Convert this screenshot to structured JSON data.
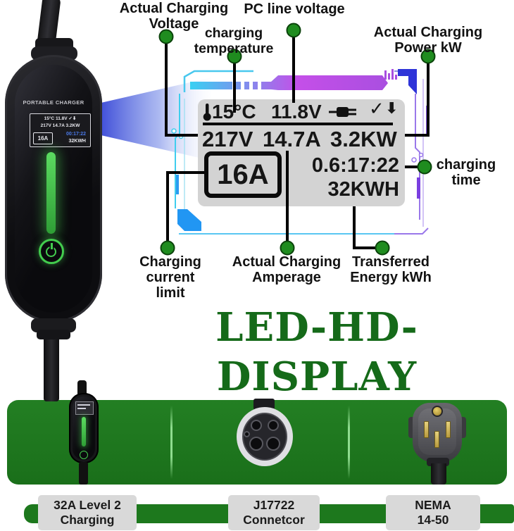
{
  "headline": "LED-HD-DISPLAY",
  "device": {
    "brand": "PORTABLE CHARGER",
    "screen": {
      "row1": "15°C 11.8V ✓⬇",
      "row2": "217V 14.7A 3.2KW",
      "limit": "16A",
      "time": "00:17:22",
      "energy": "32KWH"
    }
  },
  "display": {
    "temperature": "15°C",
    "pc_voltage": "11.8V",
    "check": "✓",
    "arrow": "⬇",
    "voltage": "217V",
    "amperage": "14.7A",
    "power": "3.2KW",
    "current_limit": "16A",
    "time": "0.6:17:22",
    "energy": "32KWH"
  },
  "callouts": {
    "voltage": "Actual Charging\nVoltage",
    "temperature": "charging\ntemperature",
    "pc_line_voltage": "PC line voltage",
    "power": "Actual Charging\nPower kW",
    "time": "charging\ntime",
    "current_limit": "Charging current\nlimit",
    "amperage": "Actual Charging\nAmperage",
    "energy": "Transferred\nEnergy kWh"
  },
  "footer": {
    "items": [
      {
        "label": "32A Level 2\nCharging"
      },
      {
        "label": "J17722\nConnetcor"
      },
      {
        "label": "NEMA\n14-50"
      }
    ]
  },
  "colors": {
    "banner_green": "#1e7a1e",
    "headline_green": "#156a19",
    "callout_dot_green": "#1f8c1f",
    "led_green": "#43cd4e",
    "beam_blue": "#2233cc",
    "mini_time_blue": "#4a79e8",
    "display_gray": "#d3d3d3"
  }
}
